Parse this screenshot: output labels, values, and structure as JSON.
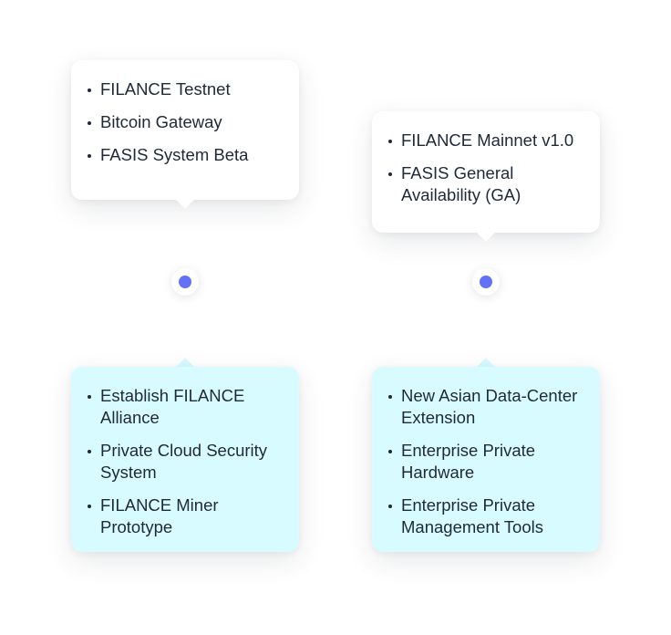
{
  "accent_color": "#6372f2",
  "columns": [
    {
      "top": {
        "items": [
          "FILANCE Testnet",
          "Bitcoin Gateway",
          "FASIS System Beta"
        ]
      },
      "bottom": {
        "items": [
          "Establish FILANCE Alliance",
          "Private Cloud Security System",
          "FILANCE Miner Prototype"
        ]
      }
    },
    {
      "top": {
        "items": [
          "FILANCE Mainnet v1.0",
          "FASIS General Availability (GA)"
        ]
      },
      "bottom": {
        "items": [
          "New Asian Data-Center Extension",
          "Enterprise Private Hardware",
          "Enterprise Private Management Tools"
        ]
      }
    }
  ]
}
